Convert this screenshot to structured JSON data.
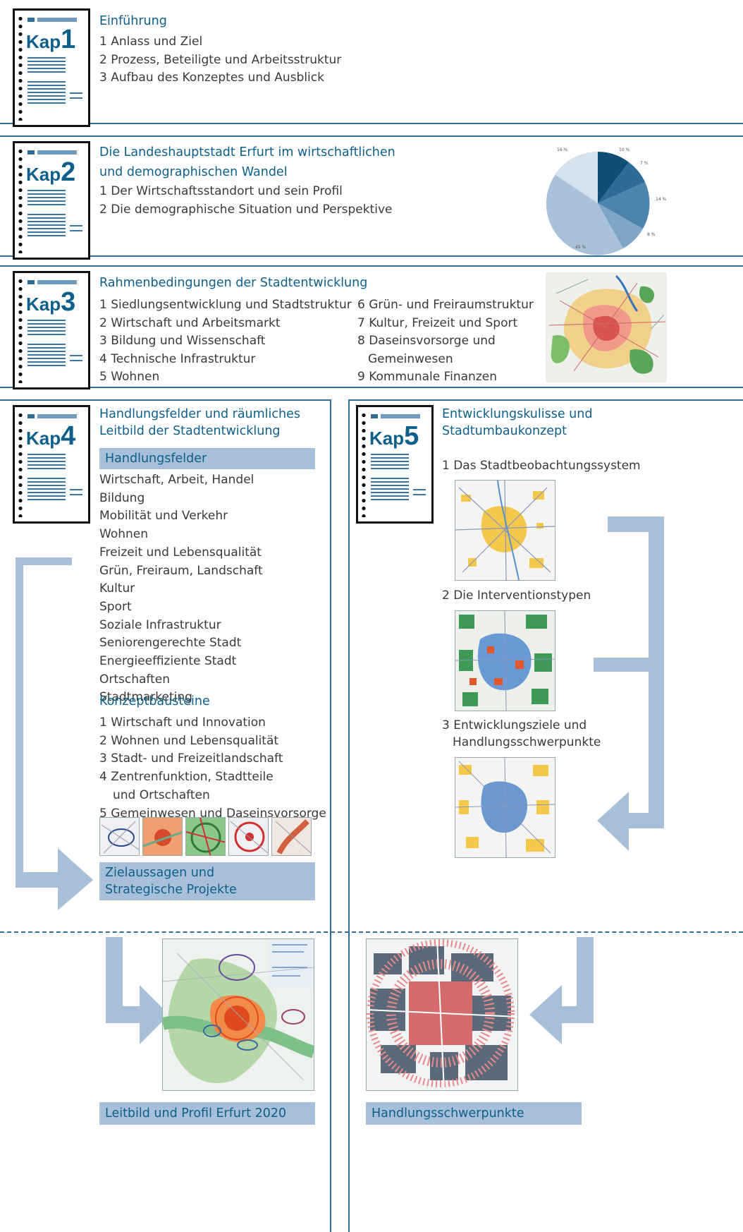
{
  "colors": {
    "frame": "#2f6d96",
    "title": "#0e5f8a",
    "bar": "#a7bfd8",
    "arrow": "#a7bfd8"
  },
  "chapters": {
    "k1": {
      "kap": "Kap",
      "num": "1",
      "title": "Einführung",
      "items": [
        "1 Anlass und Ziel",
        "2 Prozess, Beteiligte und Arbeitsstruktur",
        "3 Aufbau des Konzeptes und Ausblick"
      ]
    },
    "k2": {
      "kap": "Kap",
      "num": "2",
      "title_line1": "Die Landeshauptstadt Erfurt im wirtschaftlichen",
      "title_line2": "und demographischen Wandel",
      "items": [
        "1 Der Wirtschaftsstandort und sein Profil",
        "2 Die demographische Situation und Perspektive"
      ],
      "pie_labels": [
        "16 %",
        "10 %",
        "7 %",
        "14 %",
        "8 %",
        "45 %"
      ]
    },
    "k3": {
      "kap": "Kap",
      "num": "3",
      "title": "Rahmenbedingungen der Stadtentwicklung",
      "col1": [
        "1 Siedlungsentwicklung und Stadtstruktur",
        "2 Wirtschaft und Arbeitsmarkt",
        "3 Bildung und Wissenschaft",
        "4 Technische Infrastruktur",
        "5 Wohnen"
      ],
      "col2": [
        "6 Grün- und Freiraumstruktur",
        "7 Kultur, Freizeit und Sport",
        "8 Daseinsvorsorge und",
        "Gemeinwesen",
        "9 Kommunale Finanzen"
      ]
    },
    "k4": {
      "kap": "Kap",
      "num": "4",
      "title_line1": "Handlungsfelder und räumliches",
      "title_line2": "Leitbild der Stadtentwicklung",
      "bar": "Handlungsfelder",
      "fields": [
        "Wirtschaft, Arbeit, Handel",
        "Bildung",
        "Mobilität und Verkehr",
        "Wohnen",
        "Freizeit und Lebensqualität",
        "Grün, Freiraum, Landschaft",
        "Kultur",
        "Sport",
        "Soziale Infrastruktur",
        "Seniorengerechte Stadt",
        "Energieeffiziente Stadt",
        "Ortschaften",
        "Stadtmarketing"
      ],
      "sub": "Konzeptbausteine",
      "blocks": [
        "1 Wirtschaft und Innovation",
        "2 Wohnen und Lebensqualität",
        "3 Stadt- und Freizeitlandschaft",
        "4 Zentrenfunktion, Stadtteile",
        "und Ortschaften",
        "5 Gemeinwesen und Daseinsvorsorge"
      ],
      "result_line1": "Zielaussagen und",
      "result_line2": "Strategische Projekte"
    },
    "k5": {
      "kap": "Kap",
      "num": "5",
      "title_line1": "Entwicklungskulisse und",
      "title_line2": "Stadtumbaukonzept",
      "step1": "1 Das Stadtbeobachtungssystem",
      "step2": "2 Die Interventionstypen",
      "step3_line1": "3 Entwicklungsziele und",
      "step3_line2": "Handlungsschwerpunkte"
    }
  },
  "bottom": {
    "left_label": "Leitbild und Profil Erfurt 2020",
    "right_label": "Handlungsschwerpunkte"
  }
}
